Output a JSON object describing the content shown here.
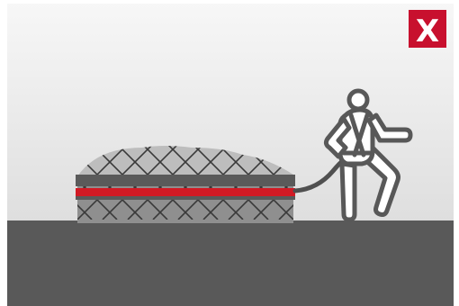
{
  "illustration": {
    "subject": "fall-protection-incorrect-anchorage",
    "colors": {
      "sky_top": "#f7f7f7",
      "sky_bottom": "#dedede",
      "ground": "#595959",
      "load_mound": "#bdbdbd",
      "net_lines": "#3a3a3a",
      "net_band": "#5a5a5a",
      "strap": "#d11a24",
      "lanyard": "#505050",
      "figure_stroke": "#585858",
      "figure_fill": "#ffffff"
    }
  },
  "status_badge": {
    "label": "X",
    "meaning": "incorrect",
    "bg_color": "#c8102e",
    "text_color": "#ffffff"
  }
}
